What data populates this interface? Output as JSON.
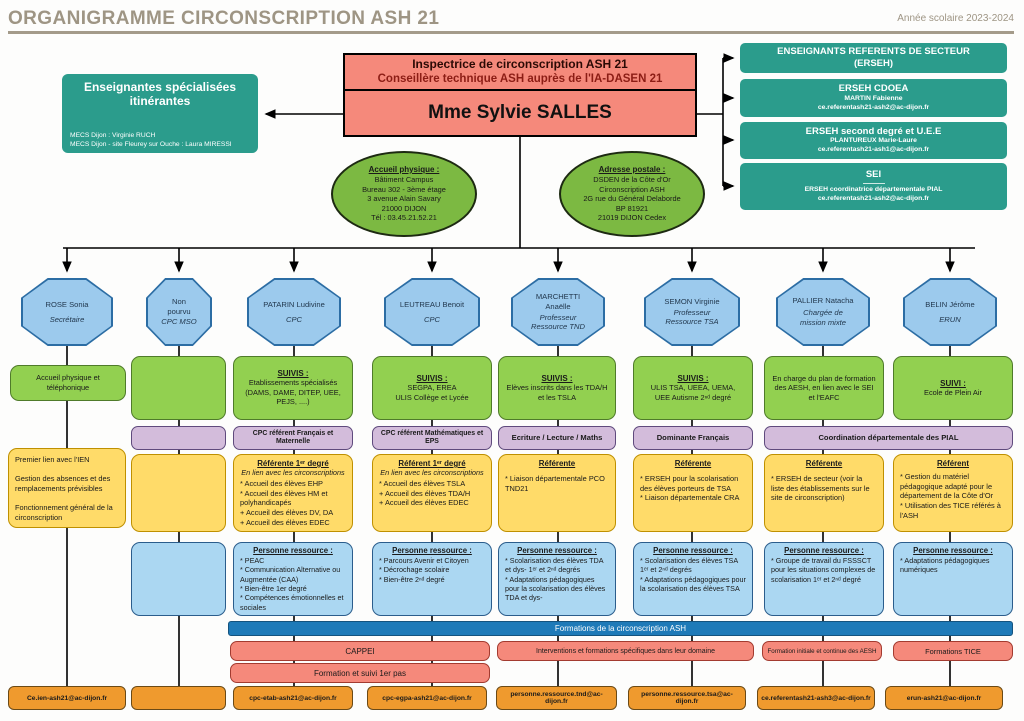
{
  "header": {
    "title": "ORGANIGRAMME CIRCONSCRIPTION ASH 21",
    "school_year": "Année scolaire 2023-2024"
  },
  "itinerant": {
    "title": "Enseignantes spécialisées itinérantes",
    "lines": "MECS Dijon : Virginie RUCH\nMECS Dijon - site Fleurey sur Ouche : Laura MIRESSI"
  },
  "inspector": {
    "role1": "Inspectrice de circonscription ASH 21",
    "role2": "Conseillère technique ASH auprès de l'IA-DASEN 21",
    "name": "Mme Sylvie SALLES"
  },
  "accueil": {
    "title": "Accueil physique :",
    "body": "Bâtiment Campus\nBureau 302 - 3ème étage\n3 avenue Alain Savary\n21000 DIJON\nTél : 03.45.21.52.21"
  },
  "adresse": {
    "title": "Adresse postale :",
    "body": "DSDEN de la Côte d'Or\nCirconscription ASH\n2G rue du Général Delaborde\nBP 81921\n21019 DIJON Cedex"
  },
  "referents": {
    "header": "ENSEIGNANTS REFERENTS DE SECTEUR\n(ERSEH)",
    "boxes": [
      {
        "title": "ERSEH CDOEA",
        "name": "MARTIN Fabienne",
        "email": "ce.referentash21-ash2@ac-dijon.fr"
      },
      {
        "title": "ERSEH second degré et U.E.E",
        "name": "PLANTUREUX Marie-Laure",
        "email": "ce.referentash21-ash1@ac-dijon.fr"
      },
      {
        "title": "SEI",
        "name": "ERSEH coordinatrice départementale PIAL",
        "email": "ce.referentash21-ash2@ac-dijon.fr"
      }
    ]
  },
  "pial": "Coordination départementale des PIAL",
  "columns": [
    {
      "name": "ROSE Sonia",
      "role": "Secrétaire",
      "green": {
        "heading": "",
        "body": "Accueil physique et téléphonique"
      },
      "purple": "",
      "yellow": {
        "heading": "",
        "sub": "",
        "body": "Premier lien avec l'IEN\n\nGestion des absences et des remplacements prévisibles\n\nFonctionnement général de la circonscription"
      },
      "blue": {
        "heading": "",
        "body": ""
      },
      "email": "Ce.ien-ash21@ac-dijon.fr"
    },
    {
      "name": "Non\npourvu",
      "role": "CPC MSO",
      "green": {
        "heading": "",
        "body": ""
      },
      "purple": "",
      "yellow": {
        "heading": "",
        "sub": "",
        "body": ""
      },
      "blue": {
        "heading": "",
        "body": ""
      },
      "email": ""
    },
    {
      "name": "PATARIN Ludivine",
      "role": "CPC",
      "green": {
        "heading": "SUIVIS :",
        "body": "Etablissements spécialisés\n(DAMS, DAME, DITEP, UEE,\nPEJS, ....)"
      },
      "purple": "CPC référent Français et Maternelle",
      "yellow": {
        "heading": "Référente 1ᵉʳ degré",
        "sub": "En lien avec les circonscriptions",
        "body": "* Accueil des élèves EHP\n* Accueil des élèves HM et polyhandicapés\n+ Accueil des élèves DV, DA\n+ Accueil des élèves EDEC"
      },
      "blue": {
        "heading": "Personne ressource :",
        "body": "* PEAC\n* Communication Alternative ou Augmentée (CAA)\n* Bien-être 1er degré\n* Compétences émotionnelles et sociales"
      },
      "email": "cpc-etab-ash21@ac-dijon.fr"
    },
    {
      "name": "LEUTREAU Benoit",
      "role": "CPC",
      "green": {
        "heading": "SUIVIS :",
        "body": "SEGPA, EREA\nULIS Collège et Lycée"
      },
      "purple": "CPC référent Mathématiques et EPS",
      "yellow": {
        "heading": "Référent 1ᵉʳ degré",
        "sub": "En lien avec les circonscriptions",
        "body": "* Accueil des élèves TSLA\n+ Accueil des élèves TDA/H\n+ Accueil des élèves EDEC"
      },
      "blue": {
        "heading": "Personne ressource :",
        "body": "* Parcours Avenir et Citoyen\n* Décrochage scolaire\n* Bien-être 2ⁿᵈ degré"
      },
      "email": "cpc-egpa-ash21@ac-dijon.fr"
    },
    {
      "name": "MARCHETTI\nAnaëlle",
      "role": "Professeur\nRessource TND",
      "green": {
        "heading": "SUIVIS :",
        "body": "Elèves inscrits dans les TDA/H\net les TSLA"
      },
      "purple": "Ecriture / Lecture / Maths",
      "yellow": {
        "heading": "Référente",
        "sub": "",
        "body": "* Liaison départementale PCO TND21"
      },
      "blue": {
        "heading": "Personne ressource :",
        "body": "* Scolarisation des élèves TDA et dys- 1ᵉʳ et 2ⁿᵈ degrés\n* Adaptations pédagogiques pour la scolarisation des élèves TDA et dys-"
      },
      "email": "personne.ressource.tnd@ac-dijon.fr"
    },
    {
      "name": "SEMON Virginie",
      "role": "Professeur\nRessource TSA",
      "green": {
        "heading": "SUIVIS :",
        "body": "ULIS TSA, UEEA, UEMA,\nUEE Autisme 2ⁿᵈ degré"
      },
      "purple": "Dominante Français",
      "yellow": {
        "heading": "Référente",
        "sub": "",
        "body": "* ERSEH pour la scolarisation des élèves porteurs de TSA\n* Liaison départementale CRA"
      },
      "blue": {
        "heading": "Personne ressource :",
        "body": "* Scolarisation des élèves TSA 1ᵉʳ et 2ⁿᵈ degrés\n* Adaptations pédagogiques pour la scolarisation des élèves TSA"
      },
      "email": "personne.ressource.tsa@ac-dijon.fr"
    },
    {
      "name": "PALLIER Natacha",
      "role": "Chargée de\nmission mixte",
      "green": {
        "heading": "",
        "body": "En charge du plan de formation des AESH, en lien avec le SEI et l'EAFC"
      },
      "purple": "",
      "yellow": {
        "heading": "Référente",
        "sub": "",
        "body": "* ERSEH de secteur (voir la liste des établissements sur le site de circonscription)"
      },
      "blue": {
        "heading": "Personne ressource :",
        "body": "* Groupe de travail du FSSSCT pour les situations complexes de scolarisation 1ᵉʳ et 2ⁿᵈ degré"
      },
      "email": "ce.referentash21-ash3@ac-dijon.fr"
    },
    {
      "name": "BELIN Jérôme",
      "role": "ERUN",
      "green": {
        "heading": "SUIVI :",
        "body": "Ecole de Plein Air"
      },
      "purple": "",
      "yellow": {
        "heading": "Référent",
        "sub": "",
        "body": "* Gestion du matériel pédagogique adapté pour le département de la Côte d'Or\n* Utilisation des TICE référés à l'ASH"
      },
      "blue": {
        "heading": "Personne ressource :",
        "body": "* Adaptations pédagogiques numériques"
      },
      "email": "erun-ash21@ac-dijon.fr"
    }
  ],
  "formations": {
    "bar": "Formations de la circonscription ASH",
    "cappei": "CAPPEI",
    "premier_pas": "Formation et suivi 1er pas",
    "interventions": "Interventions et formations spécifiques dans leur domaine",
    "aesh": "Formation initiale et continue des AESH",
    "tice": "Formations TICE"
  }
}
